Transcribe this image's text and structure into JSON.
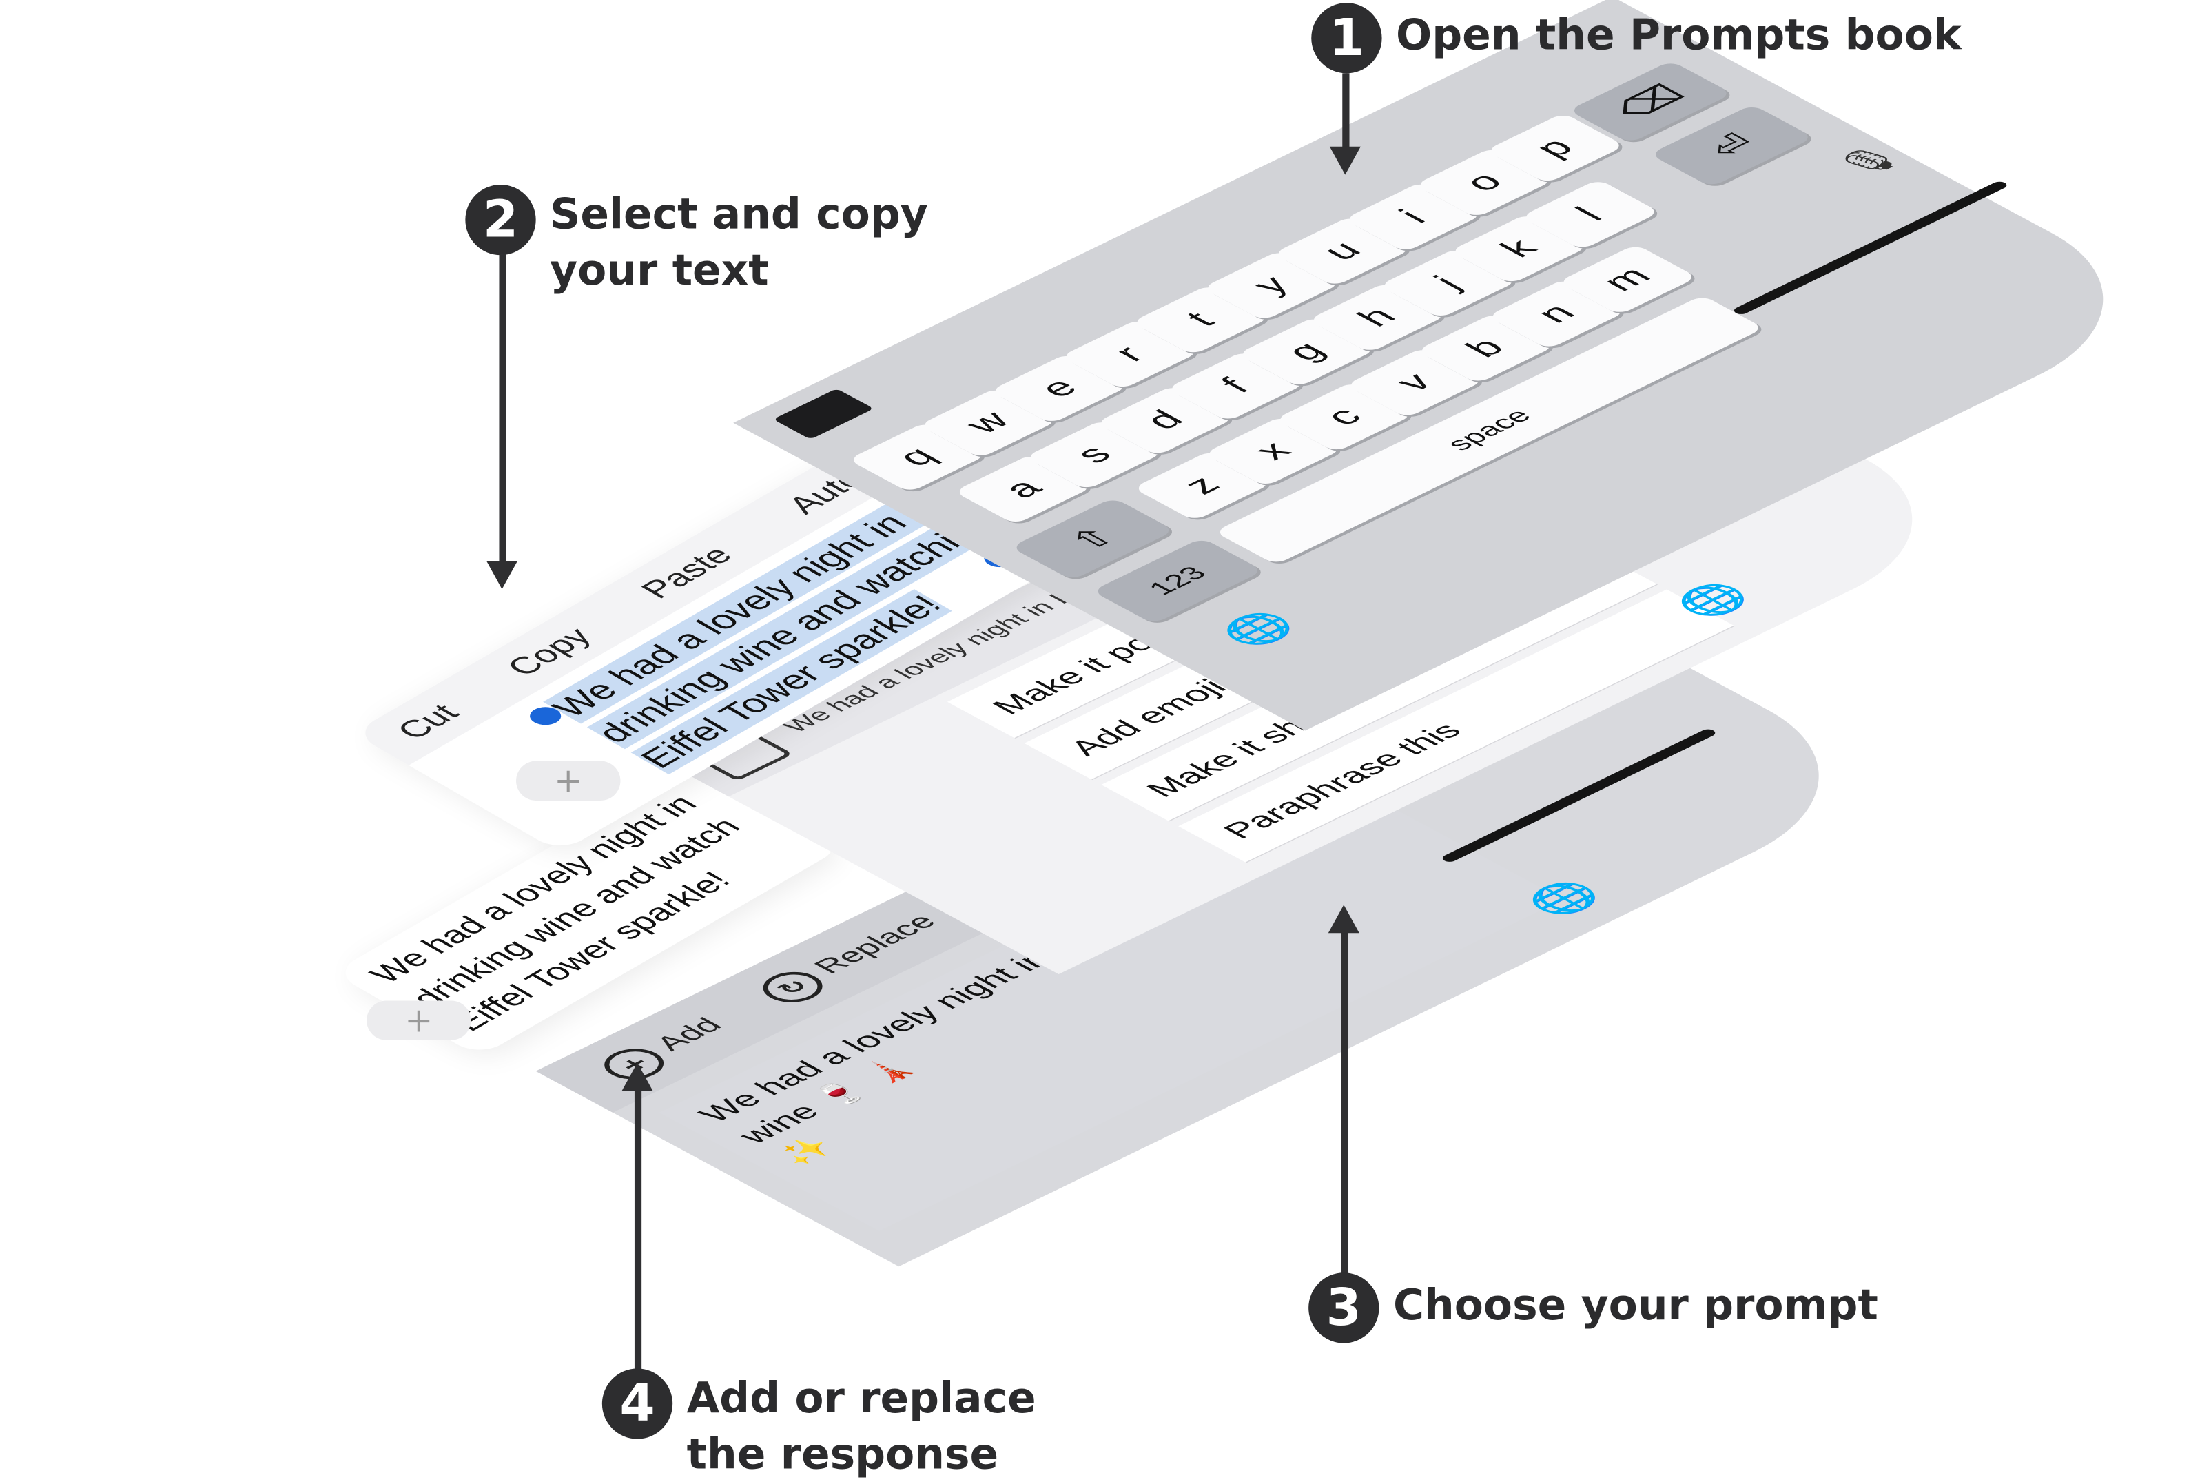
{
  "steps": {
    "s1": {
      "number": "1",
      "text": "Open the Prompts book"
    },
    "s2": {
      "number": "2",
      "line1": "Select and copy",
      "line2": "your text"
    },
    "s3": {
      "number": "3",
      "text": "Choose your prompt"
    },
    "s4": {
      "number": "4",
      "line1": "Add or replace",
      "line2": "the response"
    }
  },
  "keyboard": {
    "row1": [
      "q",
      "w",
      "e",
      "r",
      "t",
      "y",
      "u",
      "i",
      "o",
      "p"
    ],
    "row2": [
      "a",
      "s",
      "d",
      "f",
      "g",
      "h",
      "j",
      "k",
      "l"
    ],
    "row3": [
      "z",
      "x",
      "c",
      "v",
      "b",
      "n",
      "m"
    ],
    "shift": "⇧",
    "delete": "⌫",
    "return": "⏎",
    "numbers": "123",
    "space": "space",
    "book_icon": "book-icon",
    "globe": "🌐",
    "mic": "🎙"
  },
  "edit_menu": {
    "items": [
      "Cut",
      "Copy",
      "Paste",
      "AutoFi"
    ]
  },
  "source_text": {
    "line1": "We had a lovely night in Paris,",
    "line2": "drinking wine and watching the",
    "line3": "Eiffel Tower sparkle!"
  },
  "prompt_panel": {
    "preview": "We had a lovely night in Paris, drinking wine watching Eiffel Tower sparkle!",
    "items": [
      "Make it polite",
      "Add emojis",
      "Make it shorter",
      "Paraphrase this"
    ]
  },
  "message_bubble": {
    "line1": "We had a lovely night in",
    "line2": "drinking wine and watch",
    "line3": "Eiffel Tower sparkle!"
  },
  "response_panel": {
    "add_label": "Add",
    "replace_label": "Replace",
    "close_symbol": "×",
    "plus_symbol": "+",
    "replace_symbol": "↻",
    "line1": "We had a lovely night in Paris 🥂 and watching the Eiffel To",
    "line2": "wine 🍷 🗼",
    "line3": "✨"
  },
  "plus_pill": "+"
}
